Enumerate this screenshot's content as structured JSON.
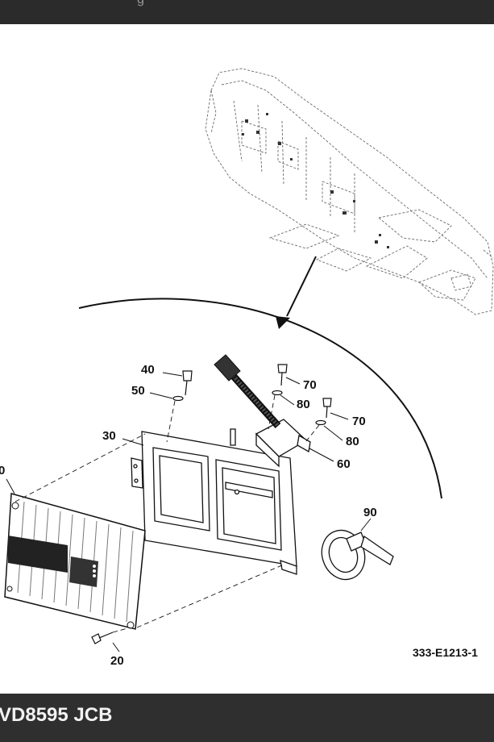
{
  "header": {
    "partial_text": "g"
  },
  "diagram": {
    "callouts": {
      "c10": "0",
      "c20": "20",
      "c30": "30",
      "c40": "40",
      "c50": "50",
      "c60": "60",
      "c70a": "70",
      "c70b": "70",
      "c80a": "80",
      "c80b": "80",
      "c90": "90"
    },
    "figure_code": "333-E1213-1"
  },
  "footer": {
    "title": "VD8595 JCB"
  }
}
